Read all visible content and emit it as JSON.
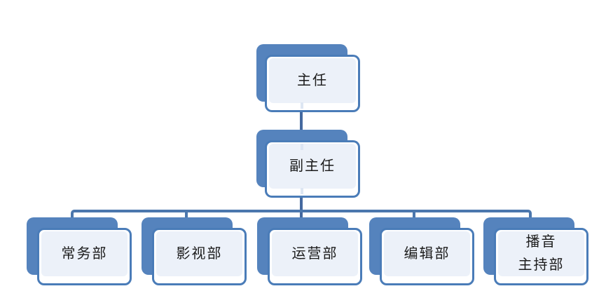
{
  "diagram": {
    "type": "org-chart",
    "colors": {
      "back_fill": "#5583bd",
      "border": "#4a7cb8",
      "panel_fill": "#ecf1f9",
      "connector": "#44699f",
      "bus": "#4b77ad",
      "tick": "#dde6f3",
      "text": "#1c1c1c",
      "canvas_bg": "#ffffff"
    },
    "nodes": [
      {
        "id": "chief",
        "level": 1,
        "label": "主任"
      },
      {
        "id": "deputy-chief",
        "level": 2,
        "label": "副主任"
      },
      {
        "id": "general-affairs-dept",
        "level": 3,
        "label": "常务部"
      },
      {
        "id": "film-tv-dept",
        "level": 3,
        "label": "影视部"
      },
      {
        "id": "operations-dept",
        "level": 3,
        "label": "运营部"
      },
      {
        "id": "editorial-dept",
        "level": 3,
        "label": "编辑部"
      },
      {
        "id": "broadcasting-hosting-dept",
        "level": 3,
        "label": "播音主持部",
        "label_lines": [
          "播音",
          "主持部"
        ]
      }
    ],
    "edges": [
      {
        "from": "主任",
        "to": "副主任"
      },
      {
        "from": "副主任",
        "to": "常务部"
      },
      {
        "from": "副主任",
        "to": "影视部"
      },
      {
        "from": "副主任",
        "to": "运营部"
      },
      {
        "from": "副主任",
        "to": "编辑部"
      },
      {
        "from": "副主任",
        "to": "播音主持部"
      }
    ]
  }
}
